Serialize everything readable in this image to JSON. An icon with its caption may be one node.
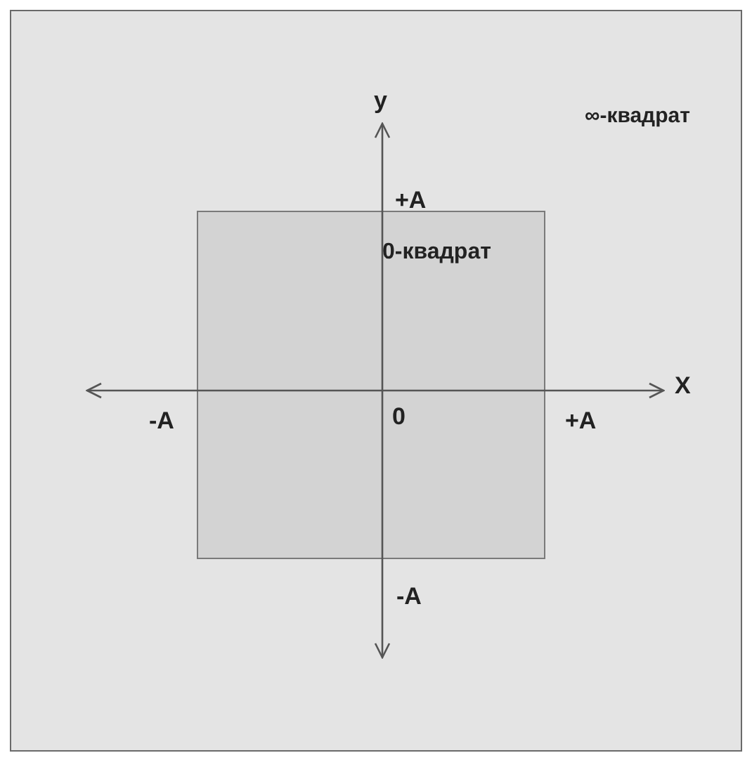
{
  "diagram": {
    "nodes": [
      {
        "text": [
          "∞-квадрат"
        ]
      },
      {
        "text": [
          "0-квадрат"
        ],
        "in": 0
      }
    ],
    "labels": [
      "y",
      "+A",
      "X",
      "-A",
      "0",
      "+A",
      "-A"
    ]
  }
}
